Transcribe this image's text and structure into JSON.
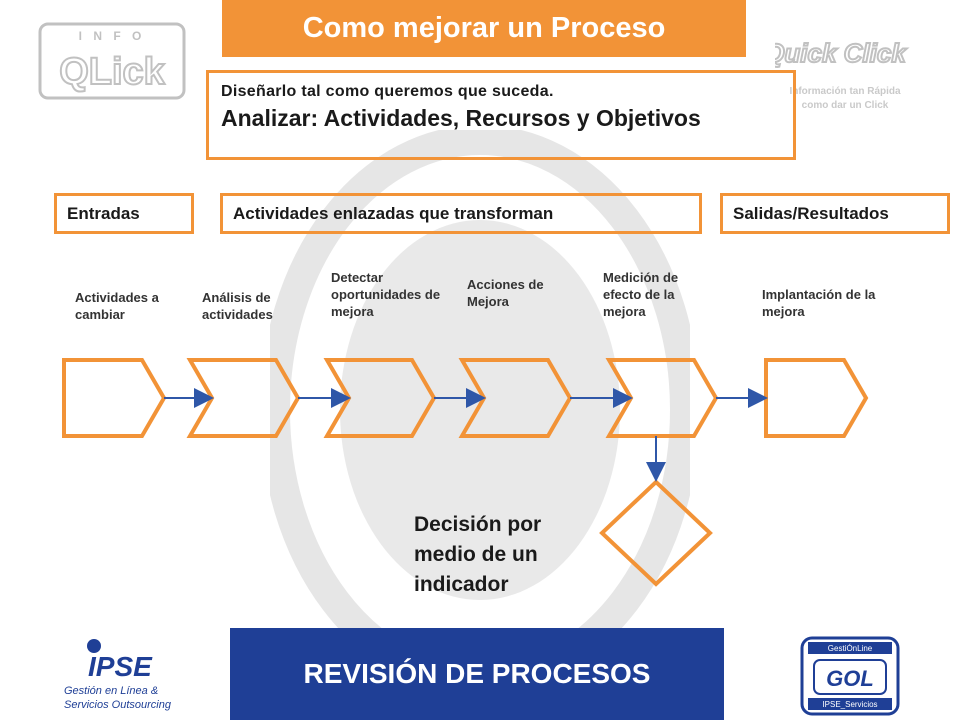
{
  "title": "Como mejorar un Proceso",
  "subtitle": {
    "line1": "Diseñarlo tal como queremos que suceda.",
    "line2": "Analizar: Actividades, Recursos y Objetivos"
  },
  "headers": {
    "inputs": "Entradas",
    "activities": "Actividades enlazadas que transforman",
    "outputs": "Salidas/Resultados"
  },
  "steps": [
    {
      "label": "Actividades a cambiar"
    },
    {
      "label": "Análisis de actividades"
    },
    {
      "label": "Detectar oportunidades de mejora"
    },
    {
      "label": "Acciones de Mejora"
    },
    {
      "label": "Medición de efecto de la mejora"
    },
    {
      "label": "Implantación de la mejora"
    }
  ],
  "decision": "Decisión por medio de un indicador",
  "footer": "REVISIÓN DE PROCESOS",
  "logos": {
    "info_top": "I N F O",
    "info_main": "QLick",
    "quick_main": "Quick Click",
    "quick_tag1": "Información tan Rápida",
    "quick_tag2": "como dar un Click",
    "ipse_main": "IPSE",
    "ipse_tag1": "Gestión en Línea &",
    "ipse_tag2": "Servicios Outsourcing",
    "gol_top": "GestiÓnLine",
    "gol_main": "GOL",
    "gol_bottom": "IPSE_Servicios"
  },
  "colors": {
    "accent": "#F29337",
    "footer_bg": "#1F3F96",
    "text": "#1a1a1a"
  }
}
